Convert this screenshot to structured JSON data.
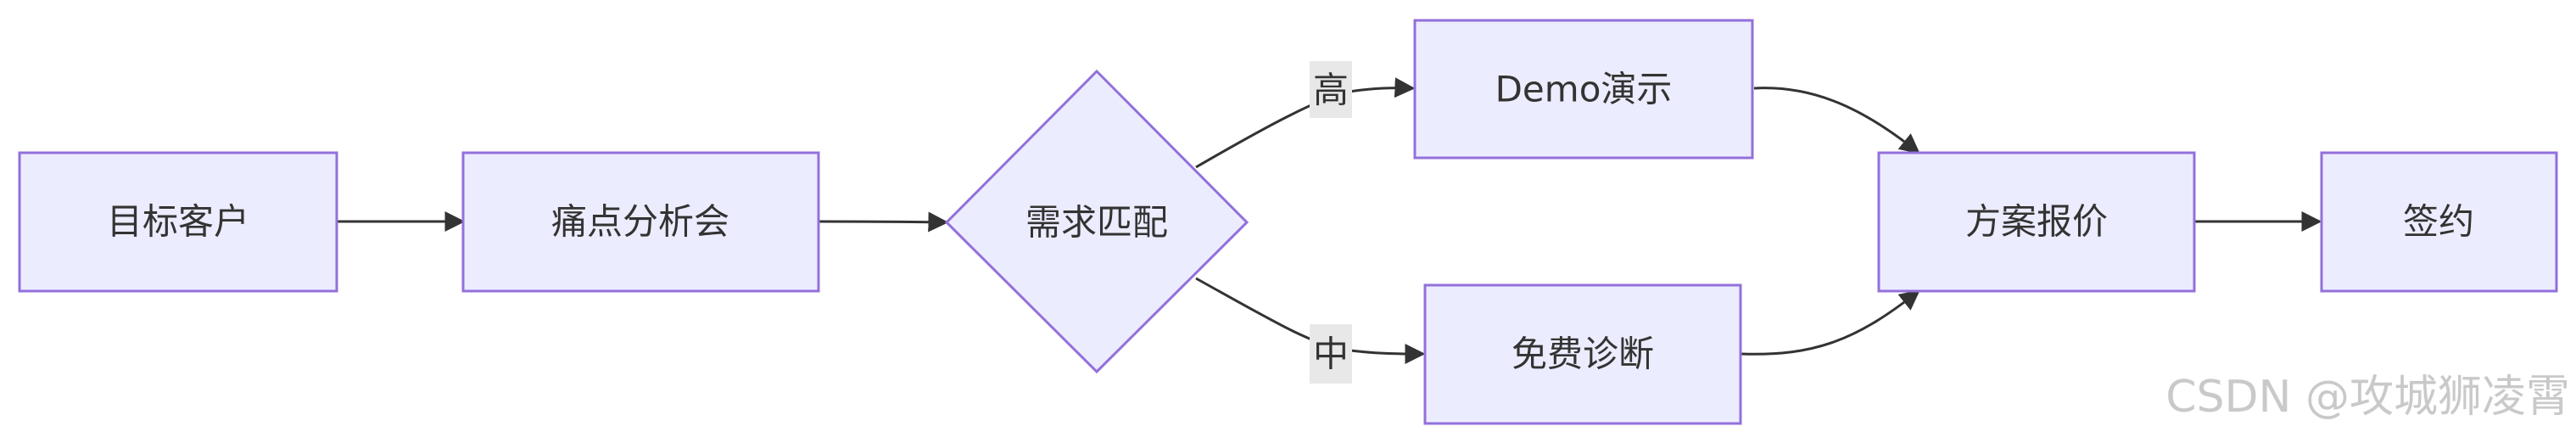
{
  "nodes": {
    "target_customer": "目标客户",
    "pain_point_meeting": "痛点分析会",
    "needs_match": "需求匹配",
    "demo": "Demo演示",
    "free_diagnosis": "免费诊断",
    "proposal_quote": "方案报价",
    "sign_contract": "签约"
  },
  "edges": {
    "high_label": "高",
    "medium_label": "中"
  },
  "watermark": "CSDN @攻城狮凌霄",
  "colors": {
    "node_fill": "#ECECFF",
    "node_stroke": "#9370DB",
    "edge": "#333333",
    "edge_label_bg": "#E8E8E8",
    "text": "#333333"
  }
}
